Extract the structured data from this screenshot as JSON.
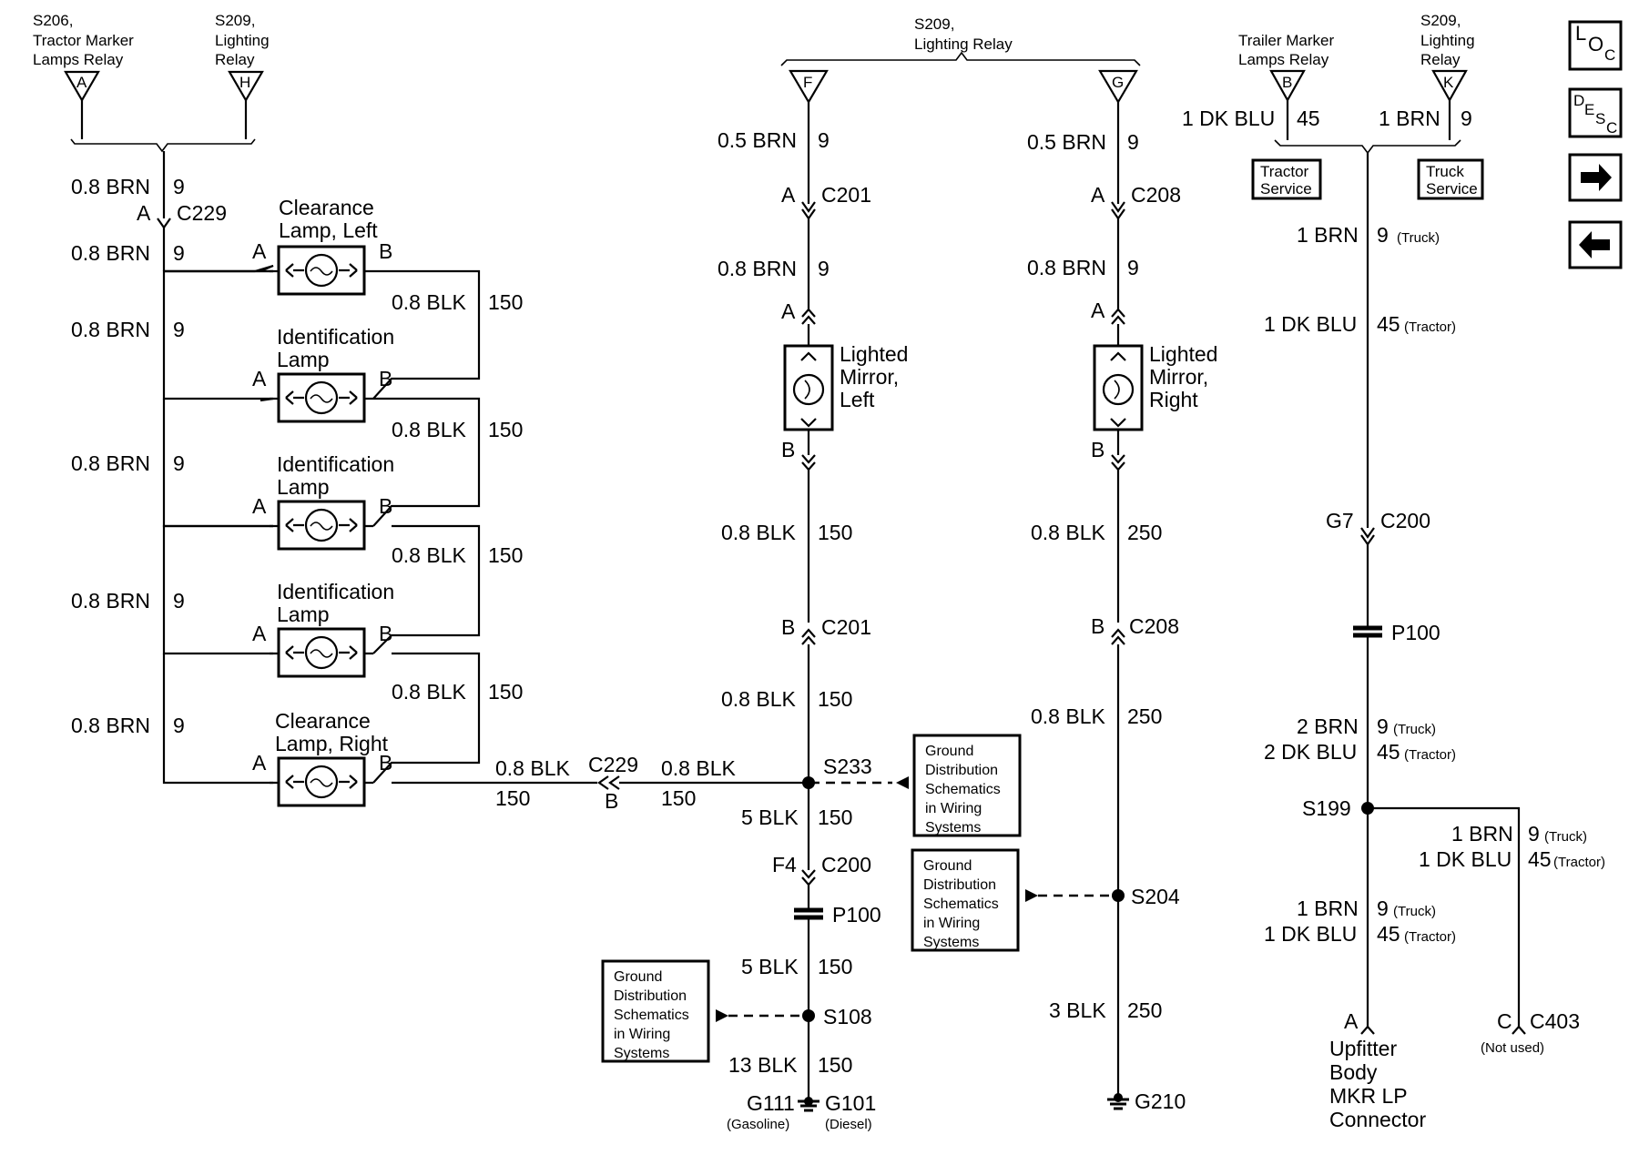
{
  "left": {
    "src1": {
      "name": "S206,",
      "line2": "Tractor Marker",
      "line3": "Lamps Relay",
      "pin": "A"
    },
    "src2": {
      "name": "S209,",
      "line2": "Lighting",
      "line3": "Relay",
      "pin": "H"
    },
    "wire_top": {
      "gauge": "0.8 BRN",
      "circuit": "9"
    },
    "conn_c229": {
      "pin": "A",
      "name": "C229"
    },
    "brn_gauge": "0.8 BRN",
    "brn_circuit": "9",
    "blk_gauge": "0.8 BLK",
    "blk_circuit": "150",
    "lamps": [
      {
        "line1": "Clearance",
        "line2": "Lamp, Left",
        "pinA": "A",
        "pinB": "B"
      },
      {
        "line1": "Identification",
        "line2": "Lamp",
        "pinA": "A",
        "pinB": "B"
      },
      {
        "line1": "Identification",
        "line2": "Lamp",
        "pinA": "A",
        "pinB": "B"
      },
      {
        "line1": "Identification",
        "line2": "Lamp",
        "pinA": "A",
        "pinB": "B"
      },
      {
        "line1": "Clearance",
        "line2": "Lamp, Right",
        "pinA": "A",
        "pinB": "B"
      }
    ],
    "out_wire": {
      "gauge": "0.8 BLK",
      "circuit": "150"
    },
    "out_conn": {
      "name": "C229",
      "pin": "B"
    }
  },
  "middle": {
    "relay": {
      "name": "S209,",
      "line2": "Lighting Relay",
      "pinF": "F",
      "pinG": "G"
    },
    "left_branch": {
      "w1": {
        "gauge": "0.5 BRN",
        "circuit": "9"
      },
      "c1": {
        "pin": "A",
        "name": "C201"
      },
      "w2": {
        "gauge": "0.8 BRN",
        "circuit": "9"
      },
      "pinA": "A",
      "mirror": {
        "line1": "Lighted",
        "line2": "Mirror,",
        "line3": "Left"
      },
      "pinB": "B",
      "w3": {
        "gauge": "0.8 BLK",
        "circuit": "150"
      },
      "c2": {
        "pin": "B",
        "name": "C201"
      },
      "w4": {
        "gauge": "0.8 BLK",
        "circuit": "150"
      },
      "in_wire": {
        "gauge": "0.8 BLK",
        "circuit": "150"
      },
      "splice": "S233",
      "w5": {
        "gauge": "5 BLK",
        "circuit": "150"
      },
      "c3": {
        "pin": "F4",
        "name": "C200"
      },
      "p100": "P100",
      "w6": {
        "gauge": "5 BLK",
        "circuit": "150"
      },
      "splice2": "S108",
      "w7": {
        "gauge": "13 BLK",
        "circuit": "150"
      },
      "g1": {
        "name": "G111",
        "note": "(Gasoline)"
      },
      "g2": {
        "name": "G101",
        "note": "(Diesel)"
      }
    },
    "right_branch": {
      "w1": {
        "gauge": "0.5 BRN",
        "circuit": "9"
      },
      "c1": {
        "pin": "A",
        "name": "C208"
      },
      "w2": {
        "gauge": "0.8 BRN",
        "circuit": "9"
      },
      "pinA": "A",
      "mirror": {
        "line1": "Lighted",
        "line2": "Mirror,",
        "line3": "Right"
      },
      "pinB": "B",
      "w3": {
        "gauge": "0.8 BLK",
        "circuit": "250"
      },
      "c2": {
        "pin": "B",
        "name": "C208"
      },
      "w4": {
        "gauge": "0.8 BLK",
        "circuit": "250"
      },
      "splice": "S204",
      "w5": {
        "gauge": "3 BLK",
        "circuit": "250"
      },
      "ground": "G210"
    },
    "ground_box": {
      "l1": "Ground",
      "l2": "Distribution",
      "l3": "Schematics",
      "l4": "in Wiring",
      "l5": "Systems"
    }
  },
  "right": {
    "src1": {
      "line1": "Trailer Marker",
      "line2": "Lamps Relay",
      "pin": "B",
      "gauge": "1 DK BLU",
      "circuit": "45"
    },
    "src2": {
      "name": "S209,",
      "line2": "Lighting",
      "line3": "Relay",
      "pin": "K",
      "gauge": "1 BRN",
      "circuit": "9"
    },
    "opt1": {
      "line1": "Tractor",
      "line2": "Service"
    },
    "opt2": {
      "line1": "Truck",
      "line2": "Service"
    },
    "w1": {
      "gauge": "1 BRN",
      "circuit": "9",
      "note": "(Truck)"
    },
    "w2": {
      "gauge": "1 DK BLU",
      "circuit": "45",
      "note": "(Tractor)"
    },
    "c1": {
      "pin": "G7",
      "name": "C200"
    },
    "p100": "P100",
    "w3": {
      "gauge": "2 BRN",
      "circuit": "9",
      "note": "(Truck)"
    },
    "w4": {
      "gauge": "2 DK BLU",
      "circuit": "45",
      "note": "(Tractor)"
    },
    "splice": "S199",
    "w5": {
      "gauge": "1 BRN",
      "circuit": "9",
      "note": "(Truck)"
    },
    "w6": {
      "gauge": "1 DK BLU",
      "circuit": "45",
      "note": "(Tractor)"
    },
    "w7": {
      "gauge": "1 BRN",
      "circuit": "9",
      "note": "(Truck)"
    },
    "w8": {
      "gauge": "1 DK BLU",
      "circuit": "45",
      "note": "(Tractor)"
    },
    "connA": {
      "pin": "A",
      "l1": "Upfitter",
      "l2": "Body",
      "l3": "MKR LP",
      "l4": "Connector"
    },
    "connC": {
      "pin": "C",
      "name": "C403",
      "note": "(Not used)"
    }
  },
  "nav": {
    "loc": {
      "l1": "L",
      "l2": "O",
      "l3": "C"
    },
    "desc": {
      "l1": "D",
      "l2": "E",
      "l3": "S",
      "l4": "C"
    },
    "next_icon": "right-arrow-icon",
    "prev_icon": "left-arrow-icon"
  }
}
